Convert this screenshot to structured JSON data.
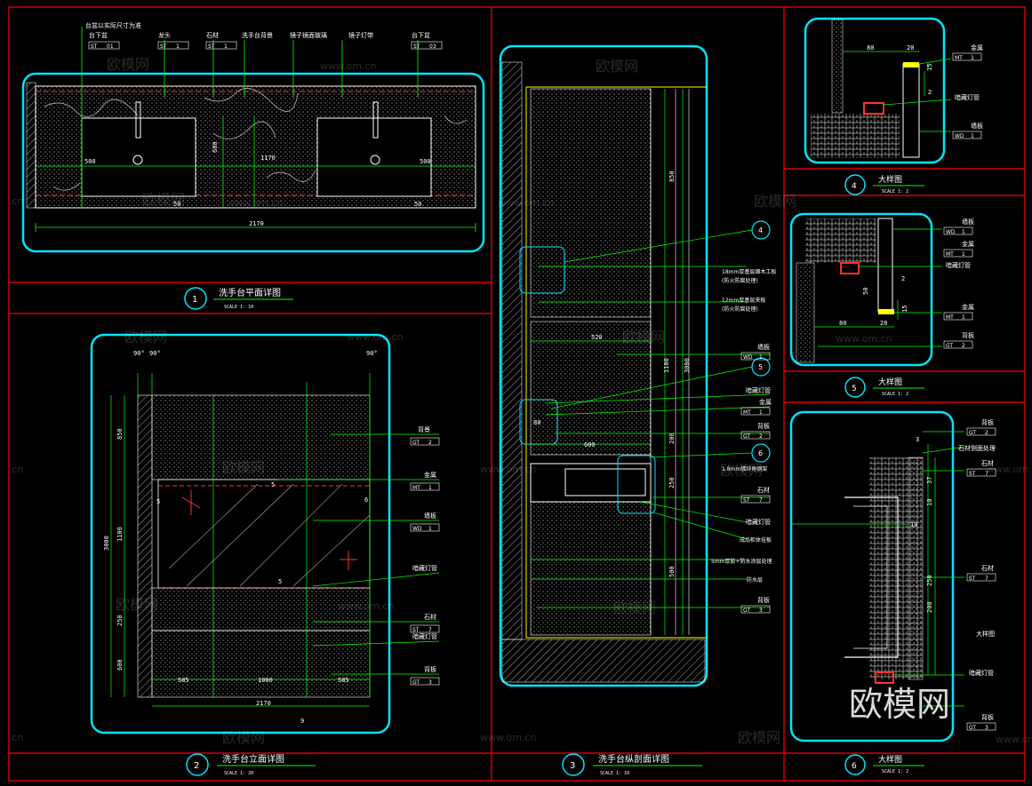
{
  "colors": {
    "background": "#000000",
    "frame": "#ff0000",
    "outline": "#00e5ff",
    "dimension": "#00ff00",
    "text": "#ffffff",
    "hatch": "#c0c0c0",
    "accent": "#ff3030"
  },
  "watermark": {
    "brand": "欧模网",
    "url": "www.om.cn",
    "url2": ".cn"
  },
  "panel1": {
    "number": "1",
    "title": "洗手台平面详图",
    "scale": "SCALE 1: 10",
    "top_note": "台盆以实际尺寸为准",
    "dims": {
      "d500a": "500",
      "d500b": "500",
      "d600": "600",
      "d1170": "1170",
      "d50a": "50",
      "d50b": "50",
      "d2170": "2170"
    },
    "tags": [
      {
        "name": "台下盆",
        "code": "ST",
        "num": "01"
      },
      {
        "name": "龙头",
        "code": "ST",
        "num": "1"
      },
      {
        "name": "石材",
        "code": "ST",
        "num": "1"
      },
      {
        "name": "洗手台背景",
        "code": "",
        "num": ""
      },
      {
        "name": "镜子镜面玻璃",
        "code": "",
        "num": ""
      },
      {
        "name": "镜子灯带",
        "code": "",
        "num": ""
      },
      {
        "name": "台下盆",
        "code": "ST",
        "num": "03"
      }
    ]
  },
  "panel2": {
    "number": "2",
    "title": "洗手台立面详图",
    "scale": "SCALE 1: 20",
    "angles": {
      "a1": "90°",
      "a2": "90°",
      "a3": "90°"
    },
    "dims": {
      "v3000": "3000",
      "v1100": "1100",
      "v850": "850",
      "v250": "250",
      "v600": "600",
      "h585a": "585",
      "h1000": "1000",
      "h585b": "585",
      "h2170": "2170"
    },
    "marks": {
      "m5a": "5",
      "m5b": "5",
      "m5c": "5",
      "m6": "6",
      "m9": "9"
    },
    "tags": [
      {
        "name": "背景",
        "code": "GT",
        "num": "2"
      },
      {
        "name": "金属",
        "code": "MT",
        "num": "1"
      },
      {
        "name": "墙板",
        "code": "WD",
        "num": "1"
      },
      {
        "name": "暗藏灯管",
        "code": "",
        "num": ""
      },
      {
        "name": "石材",
        "code": "ST",
        "num": "7"
      },
      {
        "name": "暗藏灯管",
        "code": "",
        "num": ""
      },
      {
        "name": "背板",
        "code": "GT",
        "num": "3"
      }
    ]
  },
  "panel3": {
    "number": "3",
    "title": "洗手台纵剖面详图",
    "scale": "SCALE 1: 10",
    "dims": {
      "v850": "850",
      "v1100": "1100",
      "v3000": "3000",
      "v200": "200",
      "v250": "250",
      "v500": "500",
      "h520": "520",
      "h600": "600",
      "h80": "80"
    },
    "callouts": {
      "c4": "4",
      "c5": "5",
      "c6": "6"
    },
    "notes": [
      "18mm厚基层细木工板",
      "(防火防腐处理)",
      "12mm厚基层夹板",
      "(防火防腐处理)",
      "1.8mm镀锌角钢架",
      "成品柜体挂板",
      "5mm厚胶+防水涂层处理",
      "防水层"
    ],
    "tags": [
      {
        "name": "墙板",
        "code": "WD",
        "num": "1"
      },
      {
        "name": "暗藏灯管",
        "code": "",
        "num": ""
      },
      {
        "name": "金属",
        "code": "MT",
        "num": "1"
      },
      {
        "name": "背板",
        "code": "GT",
        "num": "2"
      },
      {
        "name": "石材",
        "code": "ST",
        "num": "7"
      },
      {
        "name": "暗藏灯管",
        "code": "",
        "num": ""
      },
      {
        "name": "背板",
        "code": "GT",
        "num": "3"
      }
    ]
  },
  "panel4": {
    "number": "4",
    "title": "大样图",
    "scale": "SCALE 1: 2",
    "dims": {
      "h80": "80",
      "h20": "20",
      "v15": "15",
      "v2": "2"
    },
    "tags": [
      {
        "name": "金属",
        "code": "MT",
        "num": "1"
      },
      {
        "name": "暗藏灯管",
        "code": "",
        "num": ""
      },
      {
        "name": "墙板",
        "code": "WD",
        "num": "1"
      }
    ]
  },
  "panel5": {
    "number": "5",
    "title": "大样图",
    "scale": "SCALE 1: 2",
    "dims": {
      "v50": "50",
      "v2": "2",
      "v15": "15",
      "h80": "80",
      "h20": "20"
    },
    "tags": [
      {
        "name": "墙板",
        "code": "WD",
        "num": "1"
      },
      {
        "name": "金属",
        "code": "MT",
        "num": "1"
      },
      {
        "name": "暗藏灯管",
        "code": "",
        "num": ""
      },
      {
        "name": "金属",
        "code": "MT",
        "num": "1"
      },
      {
        "name": "背板",
        "code": "GT",
        "num": "2"
      }
    ]
  },
  "panel6": {
    "number": "6",
    "title": "大样图",
    "scale": "SCALE 1: 2",
    "dims": {
      "v3": "3",
      "v37": "37",
      "v10a": "10",
      "v10b": "10",
      "v250": "250",
      "v200": "200"
    },
    "tags": [
      {
        "name": "背板",
        "code": "GT",
        "num": "2"
      },
      {
        "name": "石材侧面处理",
        "code": "",
        "num": ""
      },
      {
        "name": "石材",
        "code": "ST",
        "num": "7"
      },
      {
        "name": "石材",
        "code": "ST",
        "num": "7"
      },
      {
        "name": "大样图",
        "code": "",
        "num": ""
      },
      {
        "name": "暗藏灯管",
        "code": "",
        "num": ""
      },
      {
        "name": "背板",
        "code": "GT",
        "num": "3"
      }
    ]
  }
}
